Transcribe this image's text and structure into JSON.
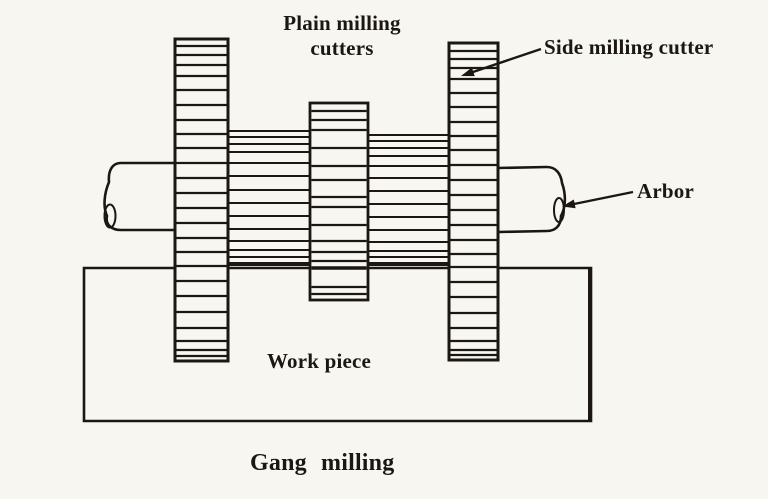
{
  "figure": {
    "caption": "Gang milling",
    "labels": {
      "plain_milling": {
        "line1": "Plain milling",
        "line2": "cutters"
      },
      "side_milling": "Side milling cutter",
      "arbor": "Arbor",
      "work_piece": "Work piece"
    },
    "colors": {
      "paper": "#f7f6f1",
      "ink": "#1c1713"
    }
  }
}
